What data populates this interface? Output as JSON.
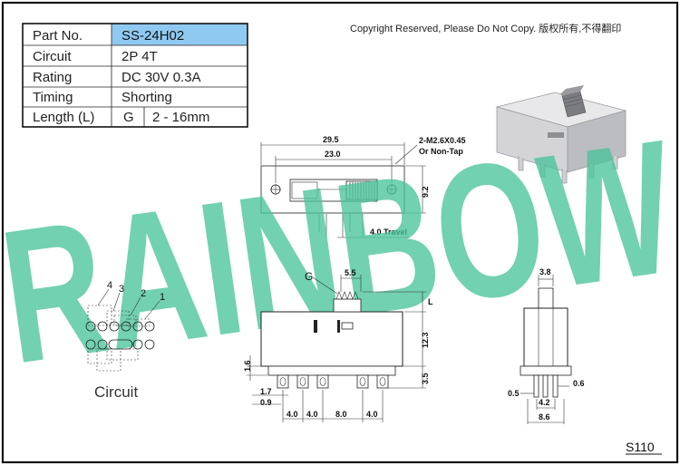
{
  "spec_table": {
    "rows": [
      {
        "label": "Part No.",
        "value": "SS-24H02"
      },
      {
        "label": "Circuit",
        "value": "2P 4T"
      },
      {
        "label": "Rating",
        "value": "DC 30V 0.3A"
      },
      {
        "label": "Timing",
        "value": "Shorting"
      },
      {
        "label": "Length (L)",
        "value_code": "G",
        "value": "2 - 16mm"
      }
    ],
    "highlight_color": "#8fc9f2"
  },
  "copyright": "Copyright Reserved, Please Do Not Copy. 版权所有,不得翻印",
  "watermark": {
    "text": "RAINBOW",
    "color": "#49c49a"
  },
  "top_view": {
    "dim_overall": "29.5",
    "dim_holes": "23.0",
    "dim_height": "9.2",
    "travel": "4.0 Travel",
    "screw_note_1": "2-M2.6X0.45",
    "screw_note_2": "Or Non-Tap"
  },
  "front_view": {
    "dim_g_label": "G",
    "dim_actuator": "5.5",
    "dim_l": "L",
    "dim_body_height": "12.3",
    "dim_pin_length": "3.5",
    "dim_left_height": "1.6",
    "dim_left_a": "1.7",
    "dim_left_b": "0.9",
    "pitch": [
      "4.0",
      "4.0",
      "8.0",
      "4.0"
    ]
  },
  "side_view": {
    "dim_actuator_width": "3.8",
    "dim_pin_thickness": "0.6",
    "dim_pin_gap": "0.5",
    "dim_pin_pitch": "4.2",
    "dim_width": "8.6"
  },
  "circuit": {
    "label": "Circuit",
    "positions": [
      "1",
      "2",
      "3",
      "4"
    ]
  },
  "page_code": "S110"
}
